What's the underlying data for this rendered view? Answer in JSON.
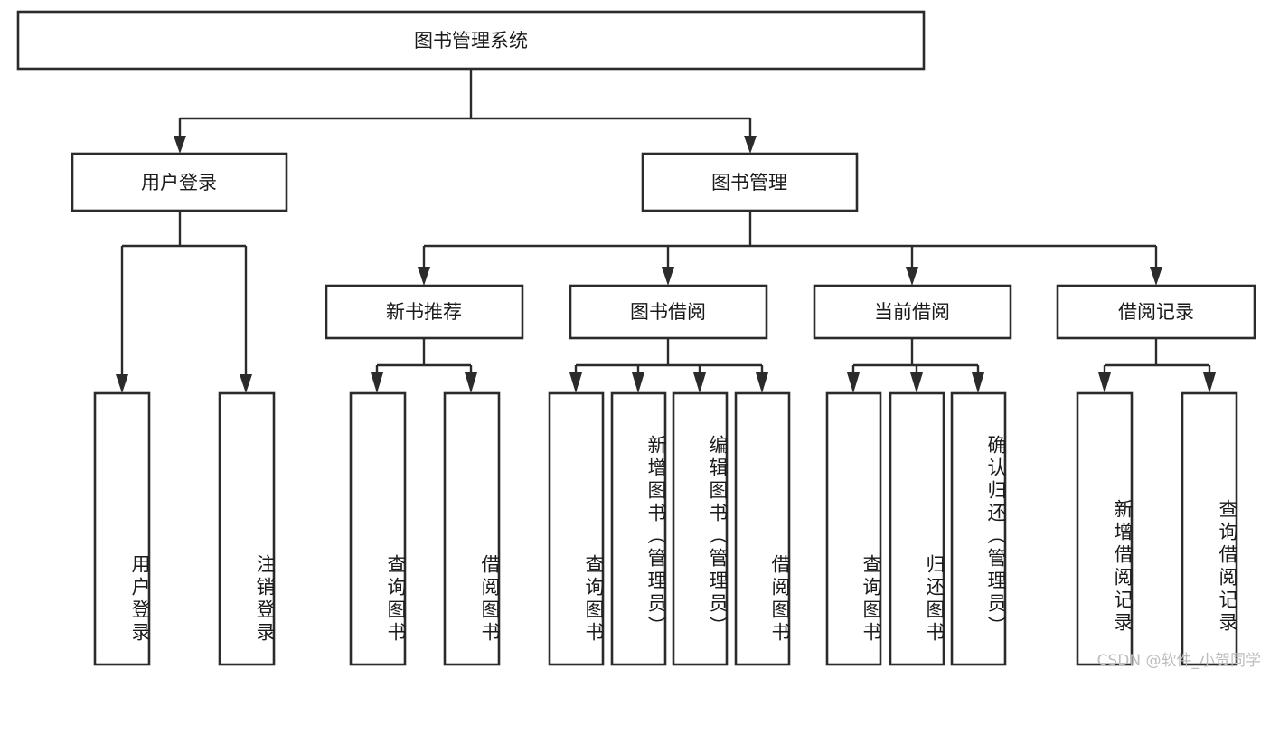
{
  "diagram": {
    "title": "图书管理系统",
    "type": "tree",
    "root": {
      "id": "root",
      "label": "图书管理系统",
      "orientation": "horizontal"
    },
    "level2": [
      {
        "id": "user-login",
        "label": "用户登录",
        "orientation": "horizontal"
      },
      {
        "id": "book-manage",
        "label": "图书管理",
        "orientation": "horizontal"
      }
    ],
    "level3": [
      {
        "id": "new-book-recommend",
        "label": "新书推荐",
        "parent": "book-manage",
        "orientation": "horizontal"
      },
      {
        "id": "book-borrow",
        "label": "图书借阅",
        "parent": "book-manage",
        "orientation": "horizontal"
      },
      {
        "id": "current-borrow",
        "label": "当前借阅",
        "parent": "book-manage",
        "orientation": "horizontal"
      },
      {
        "id": "borrow-record",
        "label": "借阅记录",
        "parent": "book-manage",
        "orientation": "horizontal"
      }
    ],
    "leaves": [
      {
        "id": "leaf-user-login",
        "label": "用户登录",
        "parent": "user-login",
        "orientation": "vertical"
      },
      {
        "id": "leaf-user-logout",
        "label": "注销登录",
        "parent": "user-login",
        "orientation": "vertical"
      },
      {
        "id": "leaf-query-book-1",
        "label": "查询图书",
        "parent": "new-book-recommend",
        "orientation": "vertical"
      },
      {
        "id": "leaf-borrow-book-1",
        "label": "借阅图书",
        "parent": "new-book-recommend",
        "orientation": "vertical"
      },
      {
        "id": "leaf-query-book-2",
        "label": "查询图书",
        "parent": "book-borrow",
        "orientation": "vertical"
      },
      {
        "id": "leaf-add-book",
        "label": "新增图书（管理员）",
        "parent": "book-borrow",
        "orientation": "vertical"
      },
      {
        "id": "leaf-edit-book",
        "label": "编辑图书（管理员）",
        "parent": "book-borrow",
        "orientation": "vertical"
      },
      {
        "id": "leaf-borrow-book-2",
        "label": "借阅图书",
        "parent": "book-borrow",
        "orientation": "vertical"
      },
      {
        "id": "leaf-query-book-3",
        "label": "查询图书",
        "parent": "current-borrow",
        "orientation": "vertical"
      },
      {
        "id": "leaf-return-book",
        "label": "归还图书",
        "parent": "current-borrow",
        "orientation": "vertical"
      },
      {
        "id": "leaf-confirm-return",
        "label": "确认归还（管理员）",
        "parent": "current-borrow",
        "orientation": "vertical"
      },
      {
        "id": "leaf-add-record",
        "label": "新增借阅记录",
        "parent": "borrow-record",
        "orientation": "vertical"
      },
      {
        "id": "leaf-query-record",
        "label": "查询借阅记录",
        "parent": "borrow-record",
        "orientation": "vertical"
      }
    ]
  },
  "watermark": {
    "text": "CSDN @软件_小贺同学"
  },
  "colors": {
    "stroke": "#2b2b2b",
    "fill": "#ffffff",
    "text": "#1a1a1a",
    "watermark": "#bdbdbd"
  }
}
